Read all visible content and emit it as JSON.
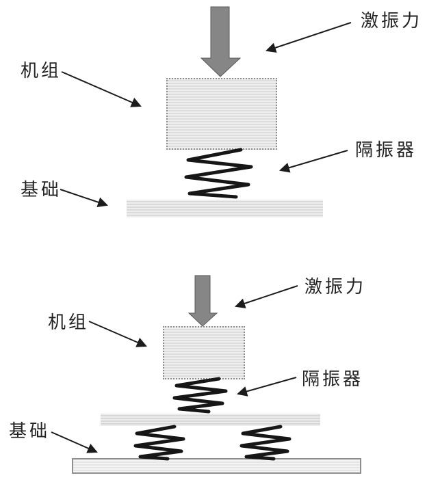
{
  "diagram": {
    "description": "Vibration isolation schematic: single-stage system (top) and two-stage system with intermediate mass (bottom)",
    "top": {
      "excitation_force": "激振力",
      "machine_unit": "机组",
      "isolator": "隔振器",
      "foundation": "基础"
    },
    "bottom": {
      "excitation_force": "激振力",
      "machine_unit": "机组",
      "isolator": "隔振器",
      "foundation": "基础"
    }
  },
  "colors": {
    "excitation_arrow_fill": "#868686",
    "excitation_arrow_edge": "#5a5a5a",
    "machine_box_fill": "#e4e4e4",
    "box_border": "#8c8c8c",
    "foundation_fill": "#e2e2e2",
    "bottom_bar_border": "#8f8f8f",
    "spring_stroke": "#161616",
    "annotation_stroke": "#1c1c1c",
    "label_text": "#222222"
  },
  "icons": {
    "excitation_arrow": "thick-down-block-arrow",
    "spring": "coil-spring-zigzag",
    "annotation_arrow": "thin-line-solid-triangle-head"
  }
}
